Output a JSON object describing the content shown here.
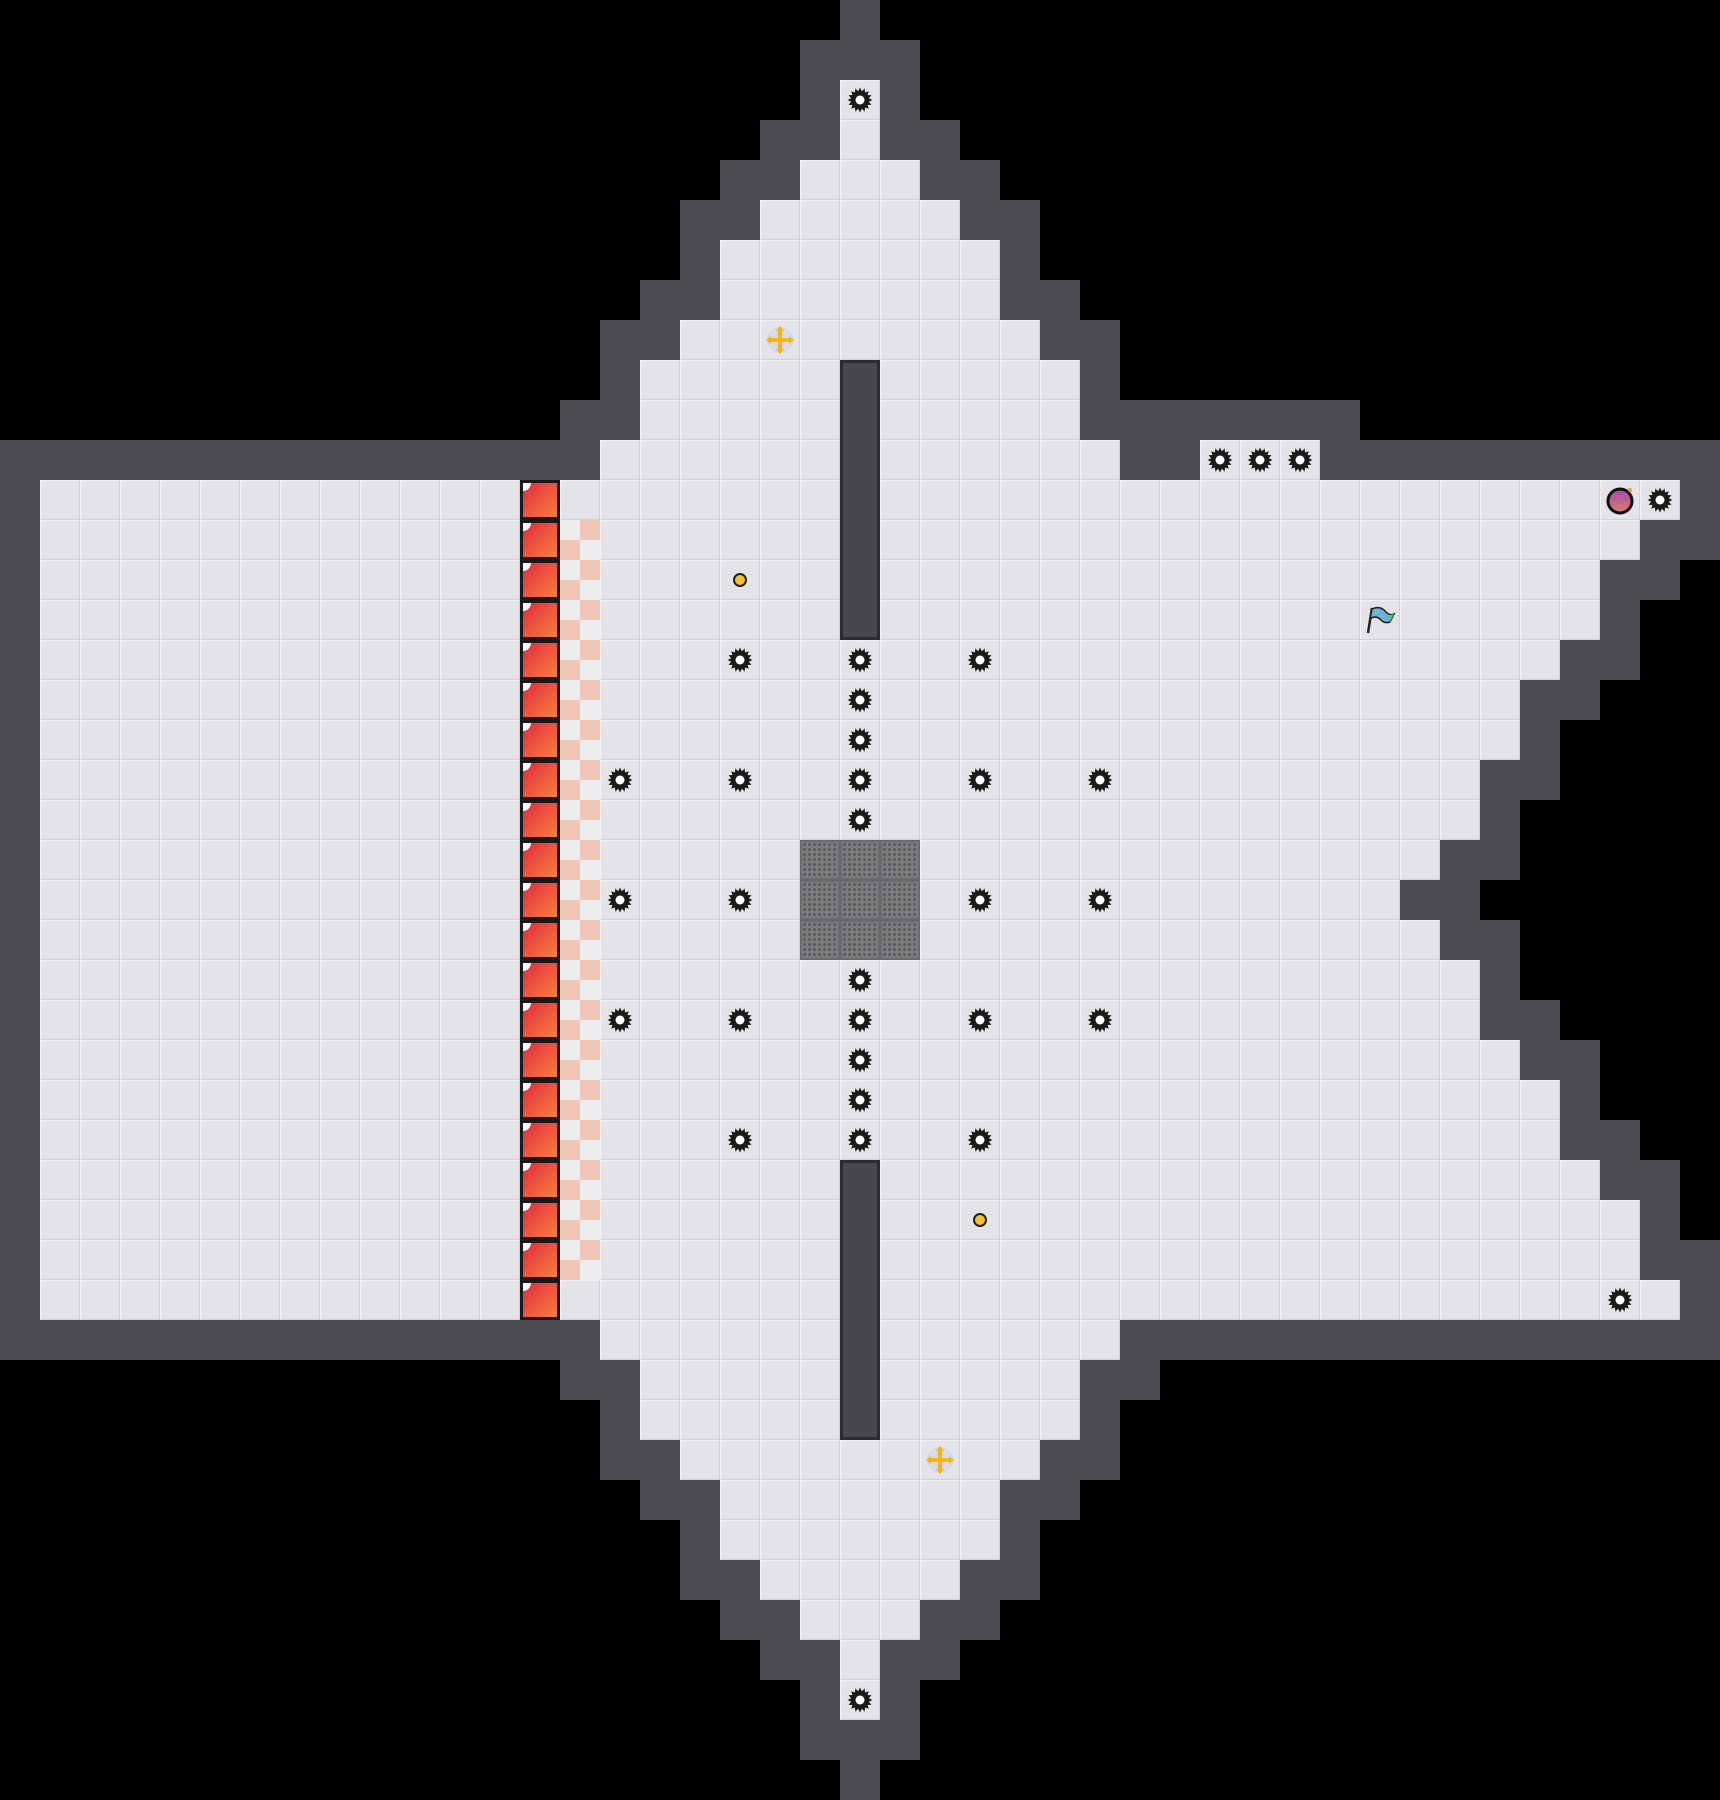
{
  "level": {
    "colors": {
      "background": "#000000",
      "floor": "#e4e4e8",
      "wall": "#4a4a4f",
      "mine": "#1a1a1a",
      "gold": "#f2c02a",
      "red_block": "#e42a40",
      "checker": "#f0c7b7",
      "toggle": "#f4b520",
      "player": "#b2508c",
      "exit_flag": "#6fb4d8"
    },
    "entity_types": [
      "mine",
      "gold",
      "exit-flag",
      "player-orb",
      "launch-pad",
      "red-block",
      "grate-block",
      "pillar"
    ]
  }
}
